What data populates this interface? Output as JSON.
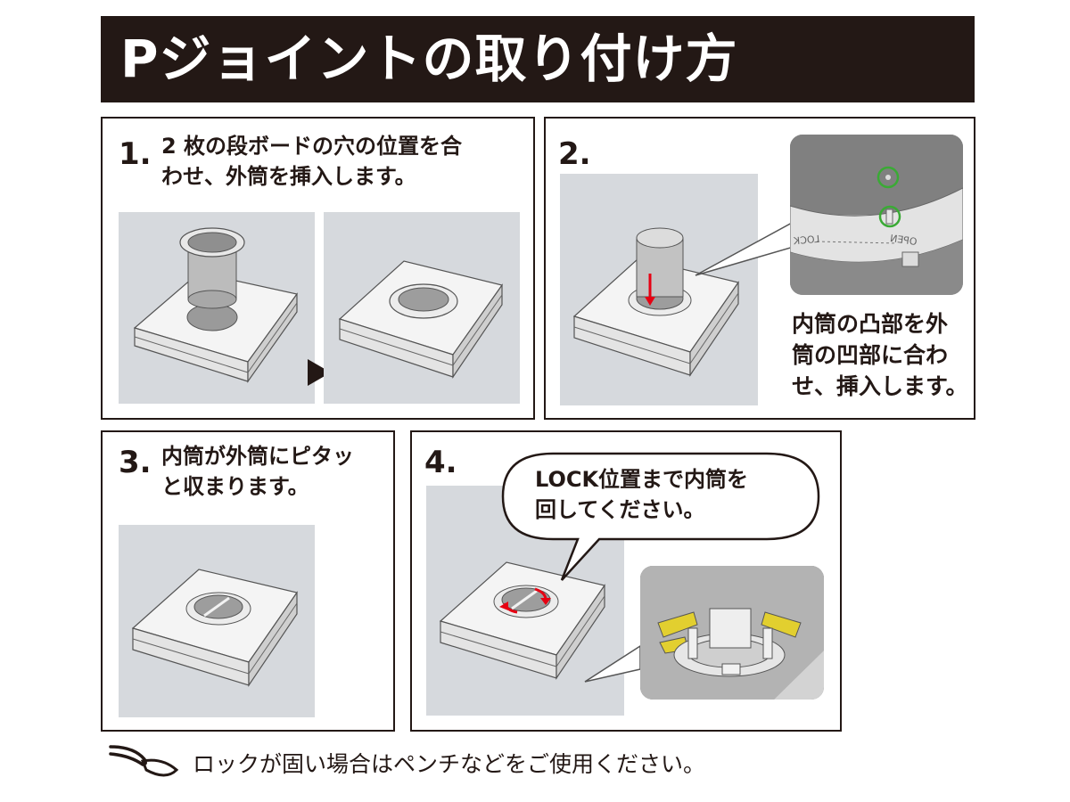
{
  "header": {
    "title": "Pジョイントの取り付け方"
  },
  "steps": [
    {
      "number": "1.",
      "text_line1": "2 枚の段ボードの穴の位置を合",
      "text_line2": "わせ、外筒を挿入します。"
    },
    {
      "number": "2.",
      "text_line1": "内筒の凸部を外",
      "text_line2": "筒の凹部に合わ",
      "text_line3": "せ、挿入します。"
    },
    {
      "number": "3.",
      "text_line1": "内筒が外筒にピタッ",
      "text_line2": "と収まります。"
    },
    {
      "number": "4.",
      "bubble_line1": "LOCK位置まで内筒を",
      "bubble_line2": "回してください。"
    }
  ],
  "inset_labels": {
    "lock": "LOCK",
    "open": "OPEN"
  },
  "footer": {
    "note": "ロックが固い場合はペンチなどをご使用ください。"
  },
  "colors": {
    "title_bg": "#231815",
    "illus_bg": "#d6d9dd",
    "accent_green": "#3aaa35",
    "accent_red": "#e60012",
    "accent_yellow": "#e2cf2f"
  }
}
